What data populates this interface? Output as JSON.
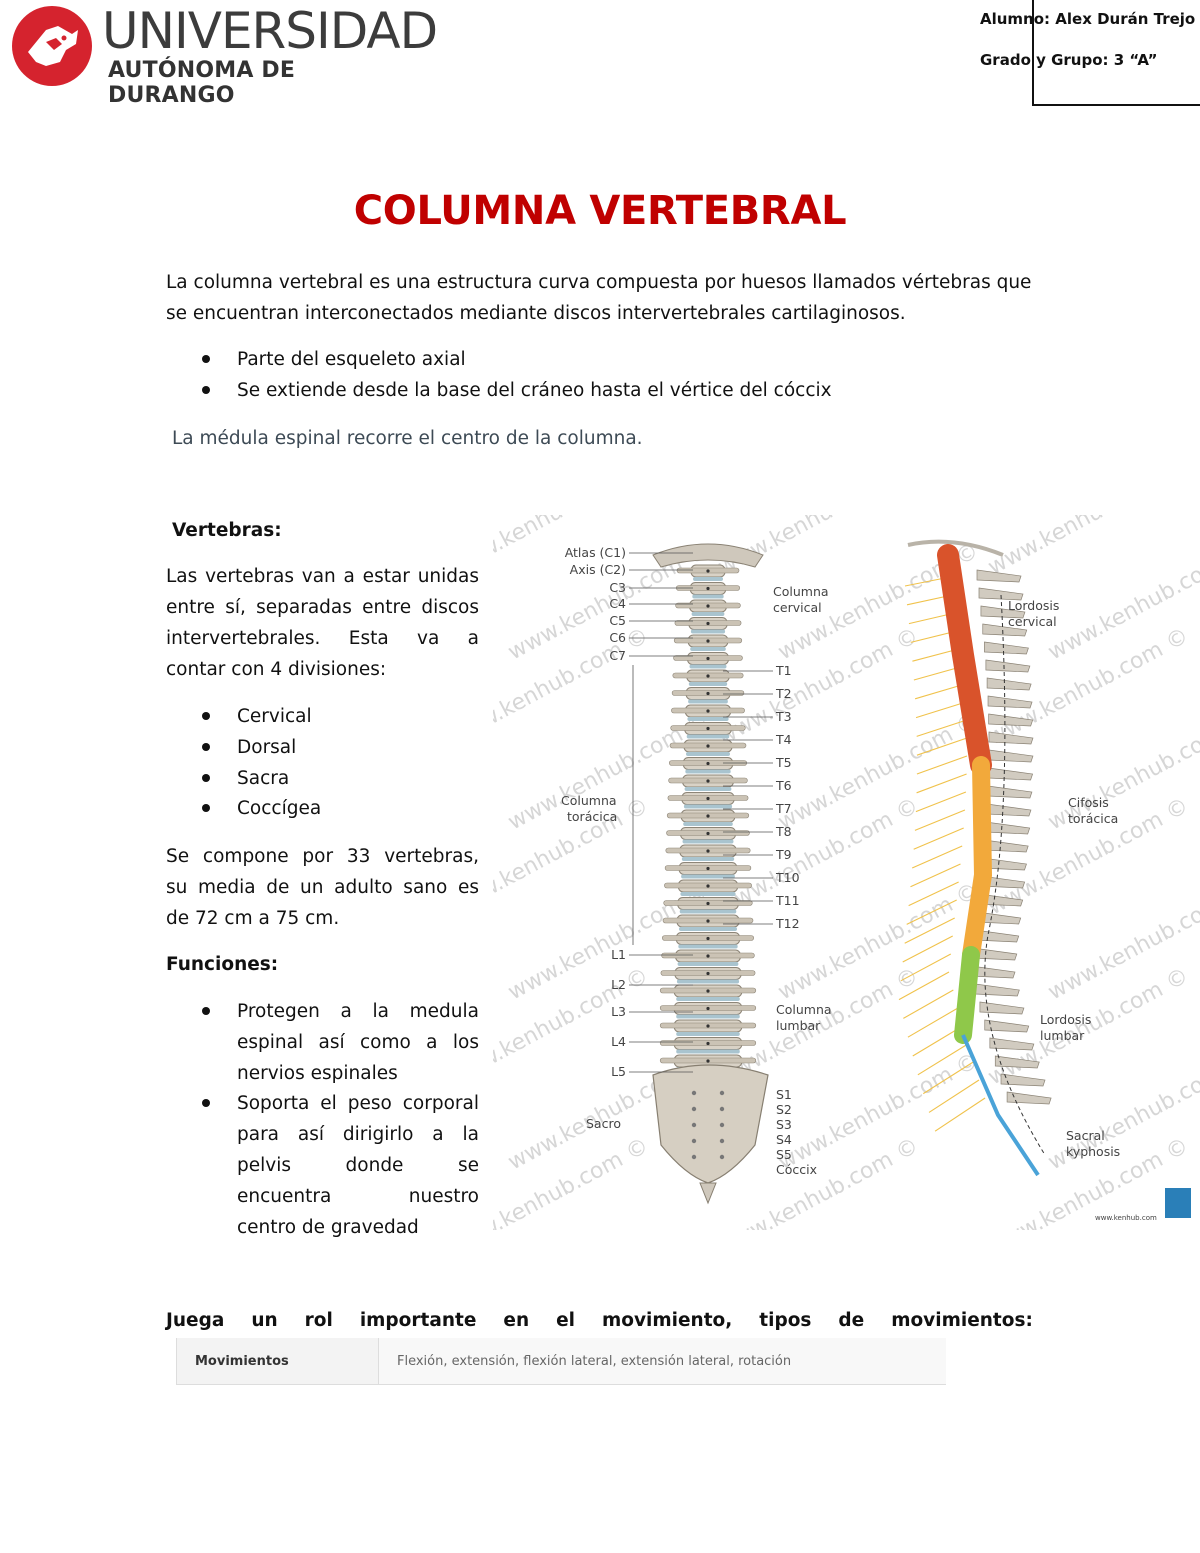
{
  "header": {
    "logo_name": "UNIVERSIDAD",
    "logo_sub": "AUTÓNOMA DE DURANGO",
    "student": "Alumno: Alex Durán Trejo",
    "group": "Grado y Grupo: 3 “A”"
  },
  "title": "COLUMNA VERTEBRAL",
  "intro": {
    "line1": "La columna vertebral es una estructura curva compuesta por huesos llamados vértebras que",
    "line2": "se encuentran interconectados mediante discos intervertebrales cartilaginosos.",
    "bullets": [
      "Parte del esqueleto axial",
      "Se extiende desde la base del cráneo hasta el vértice del cóccix"
    ],
    "note": "La médula espinal recorre el centro de la columna."
  },
  "vertebras": {
    "heading": "Vertebras:",
    "para_lines": [
      "Las vertebras van a estar unidas",
      "entre sí, separadas entre discos",
      "intervertebrales.  Esta  va  a",
      "contar con 4 divisiones:"
    ],
    "divisions": [
      "Cervical",
      "Dorsal",
      "Sacra",
      "Coccígea"
    ],
    "size_lines": [
      "Se compone por 33 vertebras,",
      "su media de un adulto sano es",
      "de 72 cm a 75 cm."
    ]
  },
  "funciones": {
    "heading": "Funciones:",
    "item1_lines": [
      "Protegen  a  la  medula",
      "espinal así como a los",
      "nervios espinales"
    ],
    "item2_lines": [
      "Soporta el peso corporal",
      "para así dirigirlo a la",
      "pelvis     donde     se",
      "encuentra         nuestro",
      "centro de gravedad"
    ]
  },
  "figure": {
    "watermark": "www.kenhub.com ©",
    "credit": "www.kenhub.com",
    "left_labels": [
      "Atlas (C1)",
      "Axis (C2)",
      "C3",
      "C4",
      "C5",
      "C6",
      "C7",
      "L1",
      "L2",
      "L3",
      "L4",
      "L5"
    ],
    "thoracic_labels": [
      "T1",
      "T2",
      "T3",
      "T4",
      "T5",
      "T6",
      "T7",
      "T8",
      "T9",
      "T10",
      "T11",
      "T12"
    ],
    "sacral_labels": [
      "S1",
      "S2",
      "S3",
      "S4",
      "S5",
      "Cóccix"
    ],
    "region_cervical": [
      "Columna",
      "cervical"
    ],
    "region_toracica": [
      "Columna",
      "torácica"
    ],
    "region_lumbar": [
      "Columna",
      "lumbar"
    ],
    "region_sacro": "Sacro",
    "curve_lordosis_cervical": [
      "Lordosis",
      "cervical"
    ],
    "curve_cifosis_toracica": [
      "Cifosis",
      "torácica"
    ],
    "curve_lordosis_lumbar": [
      "Lordosis",
      "lumbar"
    ],
    "curve_sacral": [
      "Sacral",
      "kyphosis"
    ],
    "colors": {
      "cervical": "#d9532b",
      "thoracic": "#f2a93b",
      "lumbar": "#8fc84a",
      "sacral": "#4aa3d8"
    }
  },
  "movement": {
    "line": [
      "Juega",
      "un",
      "rol",
      "importante",
      "en",
      "el",
      "movimiento,",
      "tipos",
      "de",
      "movimientos:"
    ],
    "table_header": "Movimientos",
    "table_value": "Flexión, extensión, flexión lateral, extensión lateral, rotación"
  }
}
